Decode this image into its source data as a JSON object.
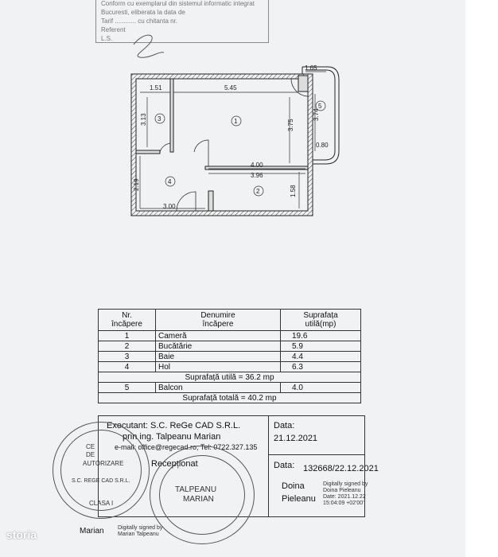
{
  "stamp_top": {
    "lines": [
      "Conform cu exemplarul din sistemul informatic integrat",
      "Bucuresti, eliberata la data de",
      "Tarif ............ cu chitanta nr.",
      "Referent",
      "L.S."
    ]
  },
  "plan": {
    "dims": {
      "w545": "5.45",
      "w151": "1.51",
      "w165": "1.65",
      "h313": "3.13",
      "h375": "3.75",
      "h374": "3.74",
      "w080": "0.80",
      "w400": "4.00",
      "w396": "3.96",
      "h219": "2.19",
      "h158": "1.58",
      "w300": "3.00"
    },
    "rooms": [
      "1",
      "2",
      "3",
      "4",
      "5"
    ]
  },
  "table": {
    "header": {
      "nr": "Nr.\nîncăpere",
      "name": "Denumire\nîncăpere",
      "area": "Suprafața\nutilă(mp)"
    },
    "rows": [
      {
        "nr": "1",
        "name": "Cameră",
        "area": "19.6"
      },
      {
        "nr": "2",
        "name": "Bucătărie",
        "area": "5.9"
      },
      {
        "nr": "3",
        "name": "Baie",
        "area": "4.4"
      },
      {
        "nr": "4",
        "name": "Hol",
        "area": "6.3"
      }
    ],
    "useful_total": "Suprafață utilă = 36.2 mp",
    "balcony": {
      "nr": "5",
      "name": "Balcon",
      "area": "4.0"
    },
    "total": "Suprafață totală = 40.2 mp"
  },
  "footer": {
    "executant": "Executant: S.C. ReGe CAD S.R.L.",
    "prin": "prin ing. Talpeanu Marian",
    "email": "e-mail: office@regecad.ro; Tel: 0722.327.135",
    "receptionat": "Recepționat",
    "data_label": "Data:",
    "data_value": "21.12.2021",
    "data2_label": "Data:",
    "data2_value": "132668/22.12.2021",
    "doina1": "Doina",
    "doina2": "Pieleanu",
    "dsig1": "Digitally signed by",
    "dsig2": "Doina Pieleanu",
    "dsig3": "Date: 2021.12.22",
    "dsig4": "15:04:09 +02'00'",
    "stamp_autorizare": "AUTORIZARE",
    "stamp_company": "S.C. REGE CAD S.R.L.",
    "stamp_ce": "CE",
    "stamp_de": "DE",
    "stamp_clasa": "CLASA I",
    "stamp_talpeanu": "TALPEANU",
    "stamp_marian": "MARIAN",
    "marian": "Marian",
    "msig1": "Digitally signed by",
    "msig2": "Marian Talpeanu"
  },
  "watermark": "storia"
}
